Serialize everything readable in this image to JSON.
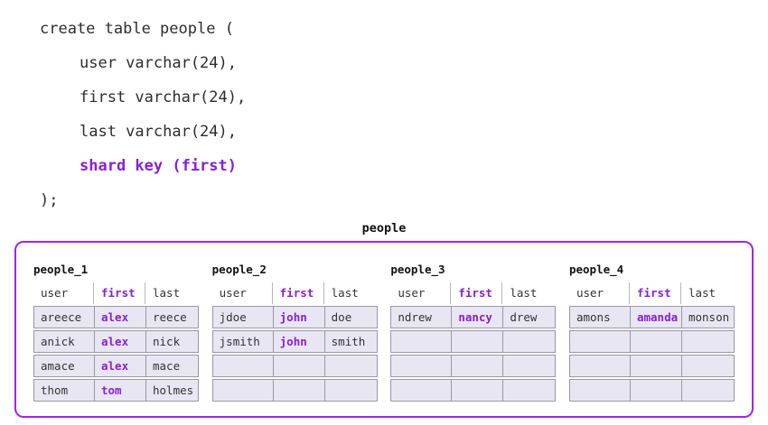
{
  "code": {
    "lines": [
      "create table people (",
      "user varchar(24),",
      "first varchar(24),",
      "last varchar(24),",
      "shard key (first)",
      ");"
    ]
  },
  "diagram": {
    "title": "people",
    "columns": [
      "user",
      "first",
      "last"
    ],
    "shard_key_column": "first",
    "shards": [
      {
        "name": "people_1",
        "rows": [
          [
            "areece",
            "alex",
            "reece"
          ],
          [
            "anick",
            "alex",
            "nick"
          ],
          [
            "amace",
            "alex",
            "mace"
          ],
          [
            "thom",
            "tom",
            "holmes"
          ]
        ]
      },
      {
        "name": "people_2",
        "rows": [
          [
            "jdoe",
            "john",
            "doe"
          ],
          [
            "jsmith",
            "john",
            "smith"
          ],
          [
            "",
            "",
            ""
          ],
          [
            "",
            "",
            ""
          ]
        ]
      },
      {
        "name": "people_3",
        "rows": [
          [
            "ndrew",
            "nancy",
            "drew"
          ],
          [
            "",
            "",
            ""
          ],
          [
            "",
            "",
            ""
          ],
          [
            "",
            "",
            ""
          ]
        ]
      },
      {
        "name": "people_4",
        "rows": [
          [
            "amons",
            "amanda",
            "monson"
          ],
          [
            "",
            "",
            ""
          ],
          [
            "",
            "",
            ""
          ],
          [
            "",
            "",
            ""
          ]
        ]
      }
    ]
  },
  "colors": {
    "accent_text": "#8a1fd2",
    "box_border": "#9c27eb",
    "row_fill": "#e8e6f2",
    "row_border": "#9a98a8",
    "header_divider": "#b8b8b8",
    "code_text": "#2d2d2d",
    "cell_text": "#333333"
  }
}
